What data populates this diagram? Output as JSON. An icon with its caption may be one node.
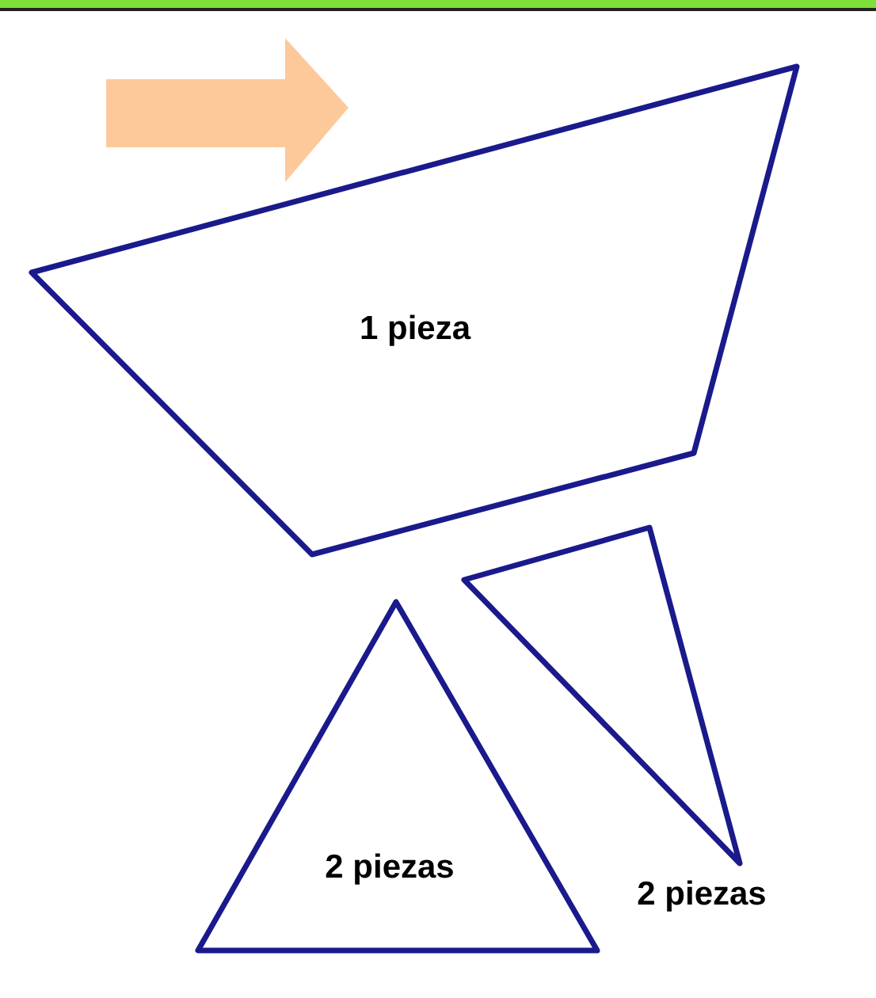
{
  "diagram": {
    "nodes": [
      {
        "text": [
          "1 pieza"
        ]
      },
      {
        "text": [
          "2 piezas"
        ]
      },
      {
        "text": [
          "2 piezas"
        ]
      }
    ],
    "edges": []
  }
}
